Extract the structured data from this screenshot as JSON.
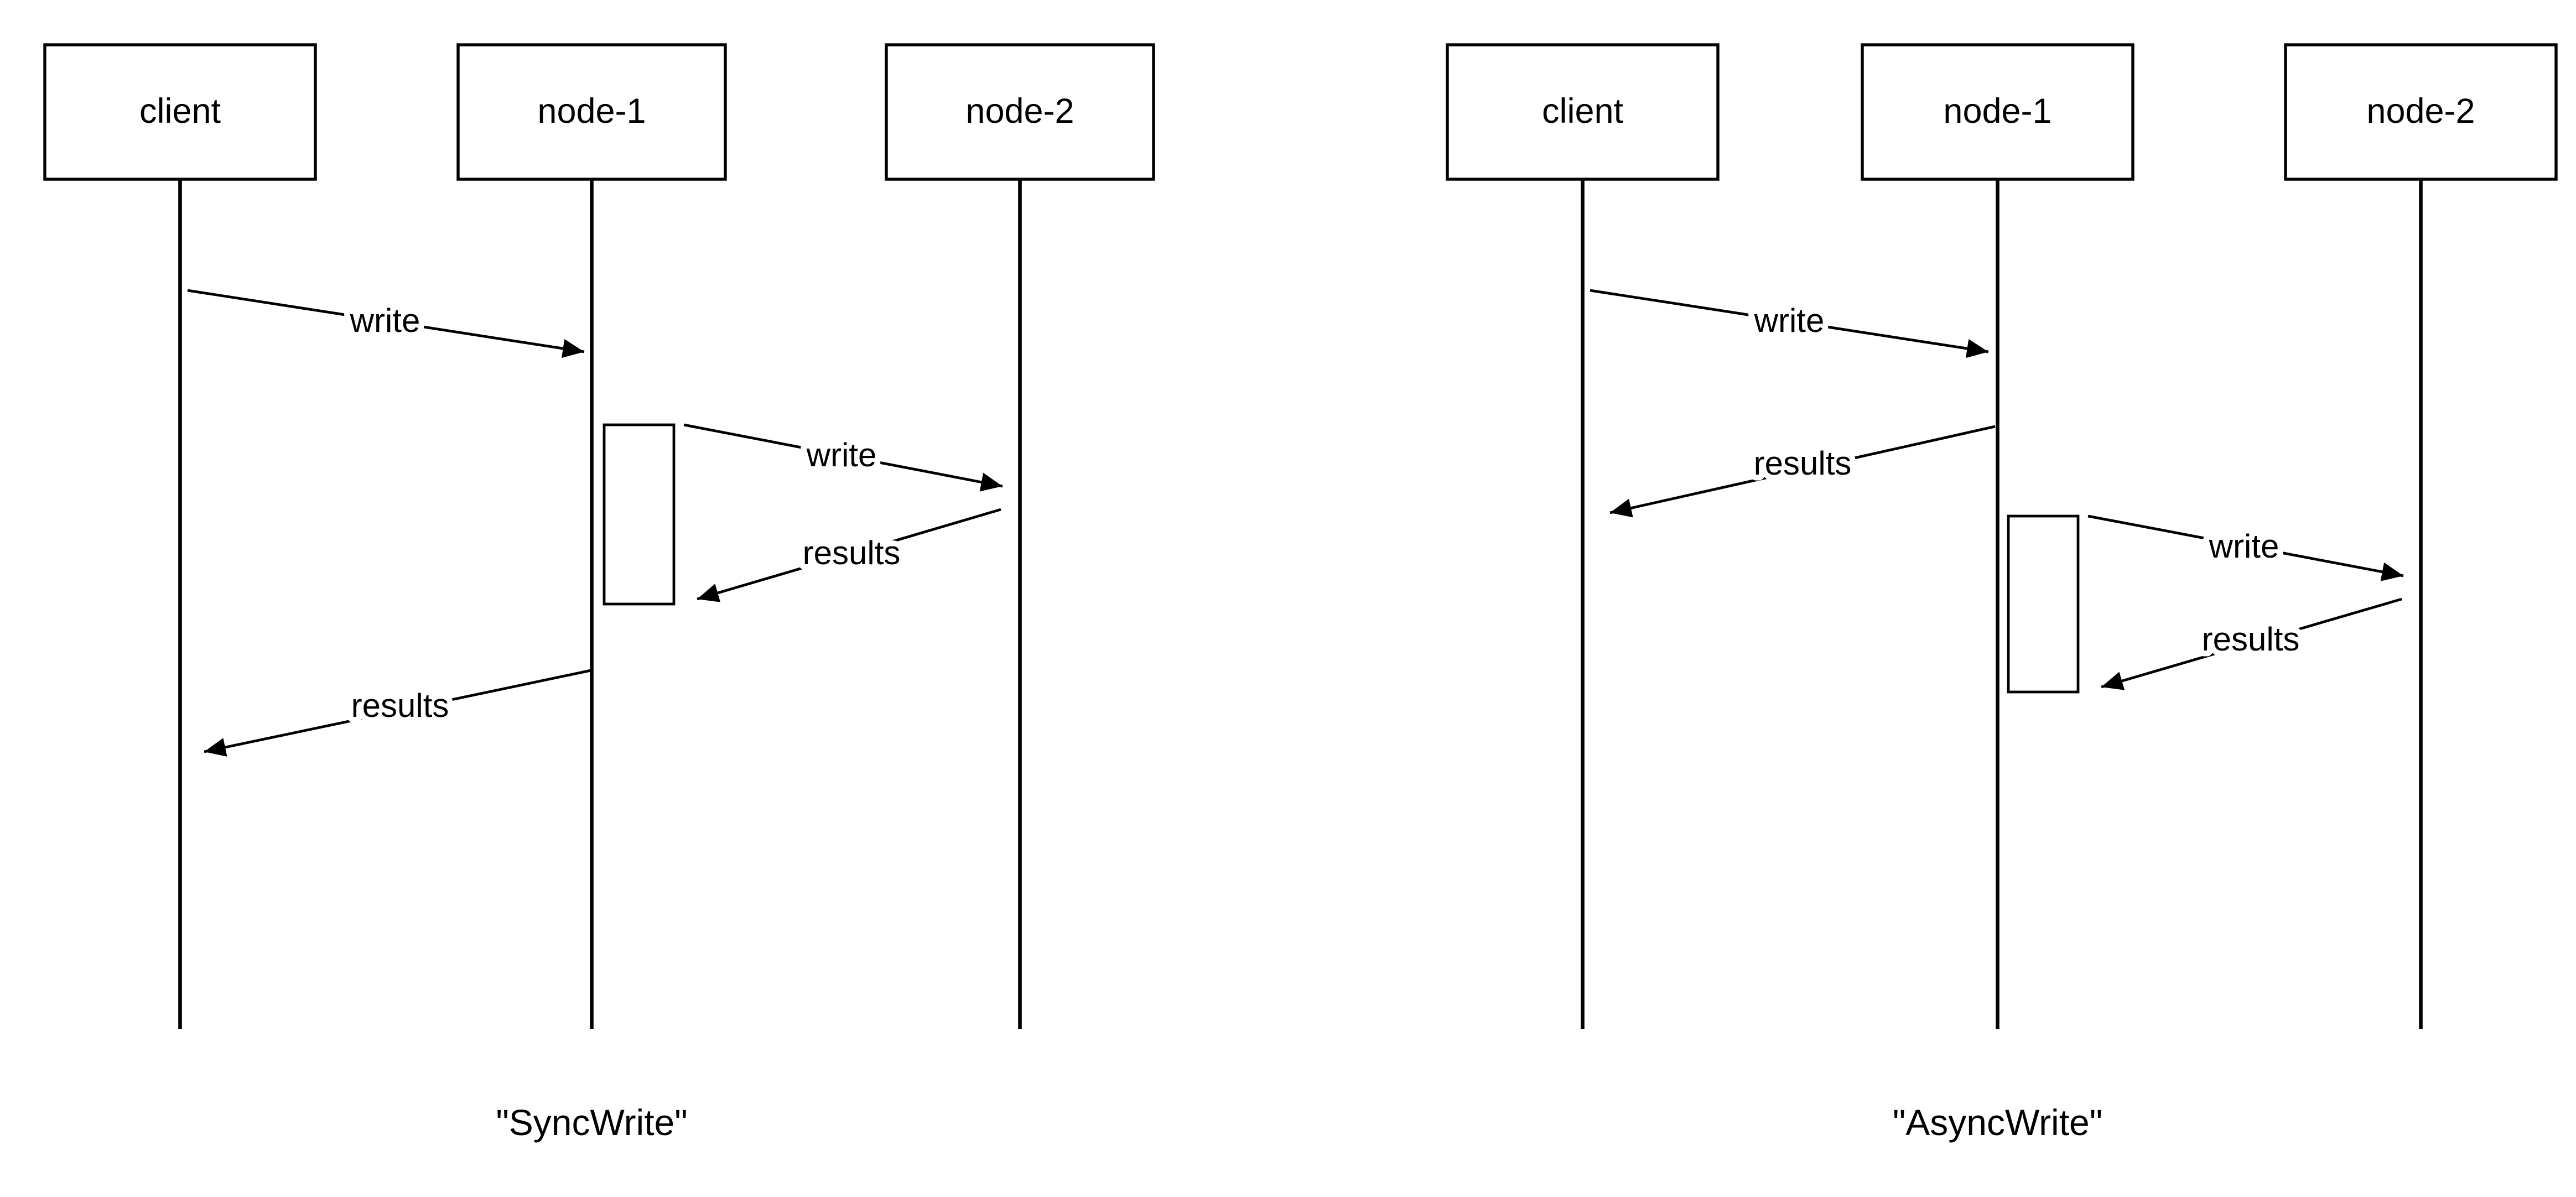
{
  "diagrams": [
    {
      "id": "sync-write",
      "caption": "\"SyncWrite\"",
      "lifelines": [
        {
          "name": "client"
        },
        {
          "name": "node-1"
        },
        {
          "name": "node-2"
        }
      ],
      "messages": [
        {
          "label": "write",
          "from": "client",
          "to": "node-1"
        },
        {
          "label": "write",
          "from": "node-1",
          "to": "node-2"
        },
        {
          "label": "results",
          "from": "node-2",
          "to": "node-1"
        },
        {
          "label": "results",
          "from": "node-1",
          "to": "client"
        }
      ]
    },
    {
      "id": "async-write",
      "caption": "\"AsyncWrite\"",
      "lifelines": [
        {
          "name": "client"
        },
        {
          "name": "node-1"
        },
        {
          "name": "node-2"
        }
      ],
      "messages": [
        {
          "label": "write",
          "from": "client",
          "to": "node-1"
        },
        {
          "label": "results",
          "from": "node-1",
          "to": "client"
        },
        {
          "label": "write",
          "from": "node-1",
          "to": "node-2"
        },
        {
          "label": "results",
          "from": "node-2",
          "to": "node-1"
        }
      ]
    }
  ]
}
